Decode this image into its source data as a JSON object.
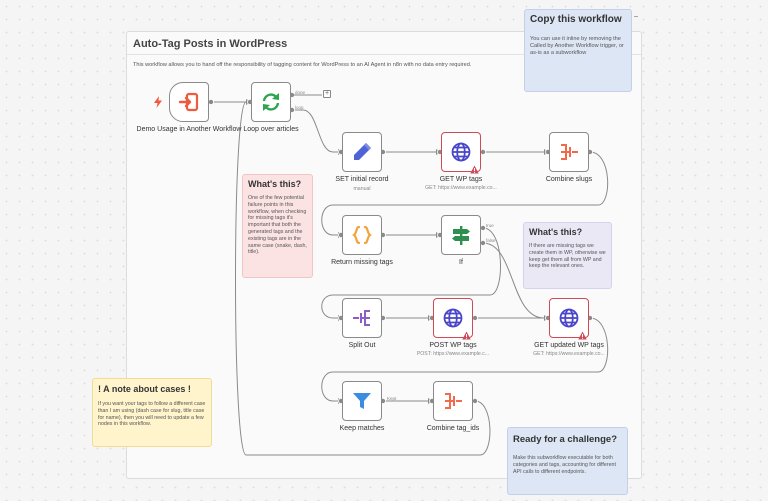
{
  "notes": {
    "main": {
      "title": "Auto-Tag Posts in WordPress",
      "text": "This workflow allows you to hand off the responsibility of tagging content for WordPress to an AI Agent in n8n with no data entry required."
    },
    "copy": {
      "title": "Copy this workflow",
      "text": "You can use it inline by removing the Called by Another Workflow trigger, or as-is as a subworkflow"
    },
    "whats_this_1": {
      "title": "What's this?",
      "text": "One of the few potential failure points in this workflow, when checking for missing tags it's important that both the generated tags and the existing tags are in the same case (snake, dash, title)."
    },
    "whats_this_2": {
      "title": "What's this?",
      "text": "If there are missing tags we create them in WP, otherwise we keep get them all from WP and keep the relevant ones."
    },
    "cases": {
      "title": "! A note about cases !",
      "text": "If you want your tags to follow a different case than I am using (dash case for slug, title case for name), then you will need to update a few nodes in this workflow."
    },
    "challenge": {
      "title": "Ready for a challenge?",
      "text": "Make this subworkflow executable for both categories and tags, accounting for different API calls to different endpoints."
    }
  },
  "nodes": {
    "trigger": {
      "label": "Demo Usage in Another Workflow",
      "icon": "sign-in-arrow-icon",
      "color": "#ef5b3c"
    },
    "loop": {
      "label": "Loop over articles",
      "icon": "sync-arrows-icon",
      "color": "#2ea44f",
      "port_done": "done",
      "port_loop": "loop"
    },
    "set_initial": {
      "label": "SET initial record",
      "sub": "manual",
      "icon": "pencil-icon",
      "color": "#4d63d6"
    },
    "get_wp_tags": {
      "label": "GET WP tags",
      "sub": "GET: https://www.example.co...",
      "icon": "globe-icon",
      "color": "#4a46c9",
      "error": true
    },
    "combine_slugs": {
      "label": "Combine slugs",
      "icon": "merge-icon",
      "color": "#ef6b4c"
    },
    "return_missing": {
      "label": "Return missing tags",
      "icon": "code-braces-icon",
      "color": "#f2a33a"
    },
    "if_node": {
      "label": "If",
      "icon": "signpost-icon",
      "color": "#2f8f4e",
      "port_true": "true",
      "port_false": "false"
    },
    "split_out": {
      "label": "Split Out",
      "icon": "split-icon",
      "color": "#8e5cc9"
    },
    "post_wp_tags": {
      "label": "POST WP tags",
      "sub": "POST: https://www.example.c...",
      "icon": "globe-icon",
      "color": "#4a46c9",
      "error": true
    },
    "get_updated": {
      "label": "GET updated WP tags",
      "sub": "GET: https://www.example.co...",
      "icon": "globe-icon",
      "color": "#4a46c9",
      "error": true
    },
    "keep_matches": {
      "label": "Keep matches",
      "icon": "filter-icon",
      "color": "#3b8de0",
      "port_kept": "Kept"
    },
    "combine_ids": {
      "label": "Combine tag_ids",
      "icon": "merge-icon",
      "color": "#ef6b4c"
    }
  },
  "ui": {
    "add_symbol": "+",
    "dash_symbol": "–"
  },
  "colors": {
    "error": "#cd4b59",
    "connection": "#8a8a8a",
    "trigger_bolt": "#ef5b3c"
  }
}
